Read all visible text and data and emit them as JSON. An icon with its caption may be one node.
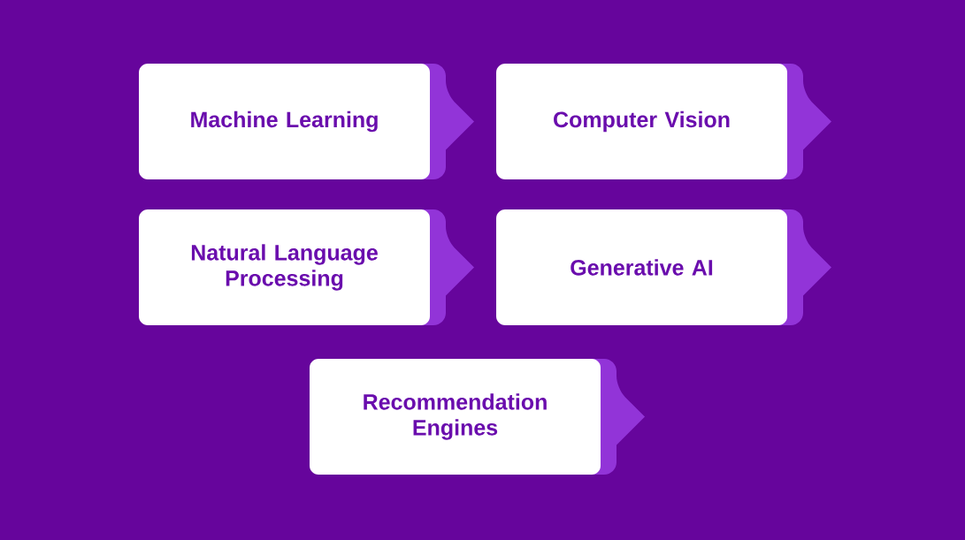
{
  "diagram": {
    "nodes": [
      {
        "text": [
          "Machine Learning"
        ]
      },
      {
        "text": [
          "Computer Vision"
        ]
      },
      {
        "text": [
          "Natural Language Processing"
        ]
      },
      {
        "text": [
          "Generative AI"
        ]
      },
      {
        "text": [
          "Recommendation Engines"
        ]
      }
    ]
  }
}
